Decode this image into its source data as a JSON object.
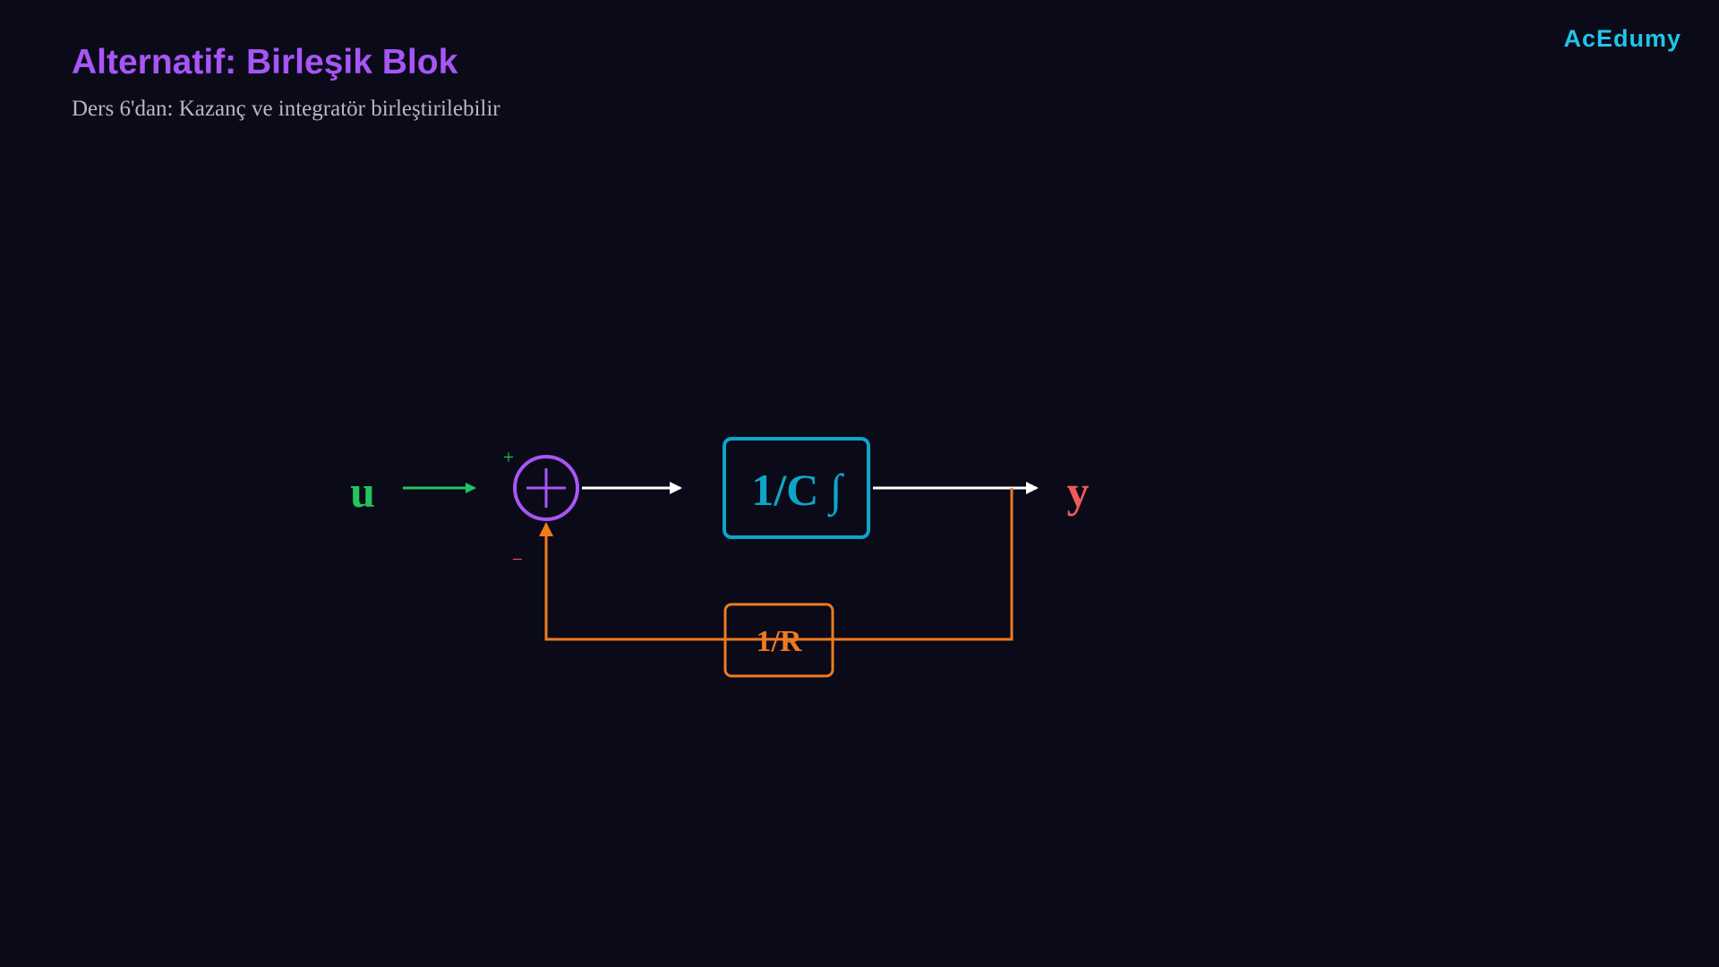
{
  "slide": {
    "title": "Alternatif: Birleşik Blok",
    "subtitle": "Ders 6'dan: Kazanç ve integratör birleştirilebilir",
    "brand": "AcEdumy"
  },
  "diagram": {
    "input_label": "u",
    "output_label": "y",
    "sum_plus_sign": "+",
    "sum_minus_sign": "−",
    "forward_block_label": "1/C ∫",
    "feedback_block_label": "1/R"
  },
  "colors": {
    "background": "#0a0a19",
    "title": "#a855f7",
    "subtitle": "#b8b8c4",
    "brand": "#22c4e8",
    "input": "#22c55e",
    "output": "#f05a5a",
    "summing_junction": "#a855f7",
    "forward_block": "#0ea5c9",
    "feedback": "#f07a1e",
    "signal_line": "#ffffff"
  }
}
